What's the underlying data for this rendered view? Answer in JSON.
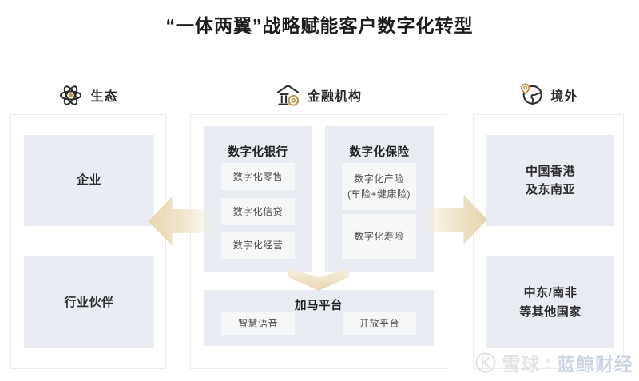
{
  "title": "“一体两翼”战略赋能客户数字化转型",
  "eco": {
    "header": "生态",
    "icon": "atom-icon",
    "box1": "企业",
    "box2": "行业伙伴"
  },
  "finance": {
    "header": "金融机构",
    "icon": "bank-icon",
    "bank_title": "数字化银行",
    "bank_item1": "数字化零售",
    "bank_item2": "数字化信贷",
    "bank_item3": "数字化经营",
    "ins_title": "数字化保险",
    "ins_item1_line1": "数字化产险",
    "ins_item1_line2": "(车险+健康险)",
    "ins_item2": "数字化寿险",
    "platform_title": "加马平台",
    "platform_item1": "智慧语音",
    "platform_item2": "开放平台"
  },
  "overseas": {
    "header": "境外",
    "icon": "globe-pin-icon",
    "box1_line1": "中国香港",
    "box1_line2": "及东南亚",
    "box2_line1": "中东/南非",
    "box2_line2": "等其他国家"
  },
  "watermark": {
    "brand": "雪球",
    "separator": ":",
    "account": "蓝鲸财经"
  },
  "colors": {
    "box_fill": "#e9ecf2",
    "subbox_fill": "#f6f7f9",
    "arrow_tan": "#e7d5ae",
    "gold_accent": "#bf9140",
    "title_text": "#1d1d1d",
    "watermark_gray": "#e3e3e3",
    "watermark_blue": "#ccd5e4"
  }
}
